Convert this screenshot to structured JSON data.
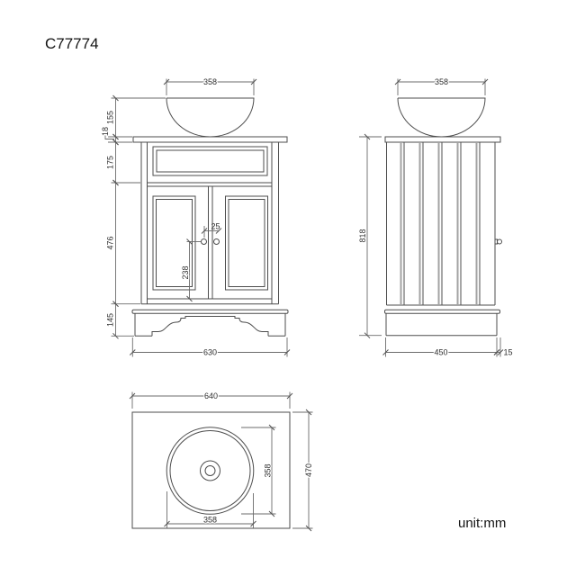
{
  "drawing": {
    "code": "C77774",
    "unit": "unit:mm",
    "front": {
      "basin_width": "358",
      "basin_height": "155",
      "top_thickness": "18",
      "drawer_height": "175",
      "door_height": "476",
      "plinth_height": "145",
      "width": "630",
      "handle_gap": "25",
      "handle_height": "238"
    },
    "side": {
      "basin_width": "358",
      "height": "818",
      "depth": "450",
      "back_offset": "15"
    },
    "top": {
      "width": "640",
      "depth": "470",
      "basin_diameter_v": "358",
      "basin_diameter_h": "358"
    }
  }
}
